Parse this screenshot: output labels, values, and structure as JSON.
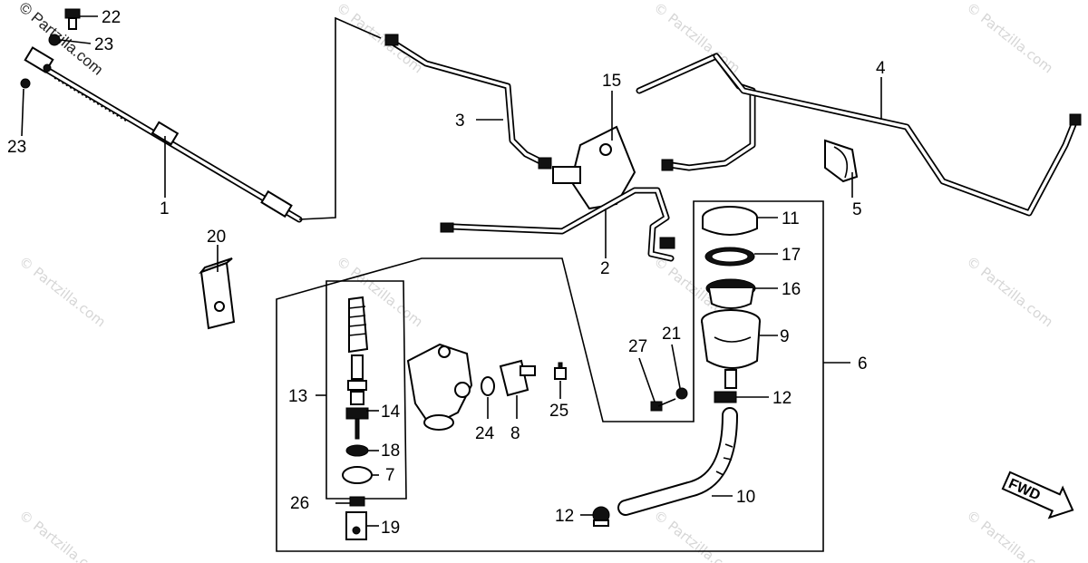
{
  "watermark": {
    "copyright": "© Partzilla.com",
    "brand": "Partzilla.com",
    "tile_text": "© Partzilla.com"
  },
  "callouts": {
    "c1": "1",
    "c2": "2",
    "c3": "3",
    "c4": "4",
    "c5": "5",
    "c6": "6",
    "c7": "7",
    "c8": "8",
    "c9": "9",
    "c10": "10",
    "c11": "11",
    "c12a": "12",
    "c12b": "12",
    "c13": "13",
    "c14": "14",
    "c15": "15",
    "c16": "16",
    "c17": "17",
    "c18": "18",
    "c19": "19",
    "c20": "20",
    "c21": "21",
    "c22": "22",
    "c23a": "23",
    "c23b": "23",
    "c24": "24",
    "c25": "25",
    "c26": "26",
    "c27": "27"
  },
  "direction_label": "FWD"
}
